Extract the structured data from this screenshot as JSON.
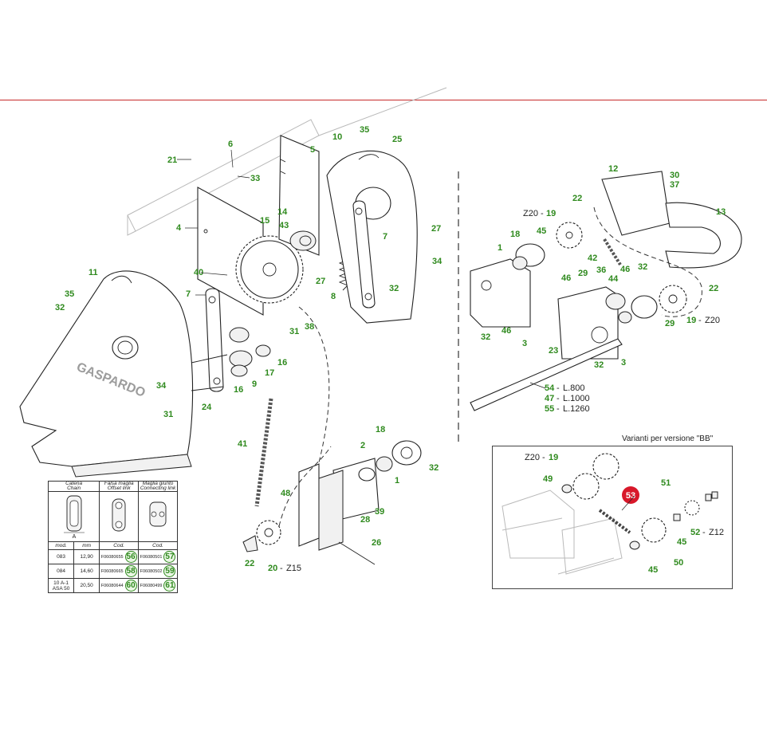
{
  "brand_text": "GASPARDO",
  "colors": {
    "rule": "#c62a2a",
    "callout": "#2f8a1e",
    "highlight": "#d8182a"
  },
  "inset": {
    "title": "Varianti per versione \"BB\""
  },
  "callouts": {
    "c1": "1",
    "c2": "2",
    "c3": "3",
    "c4": "4",
    "c5": "5",
    "c6": "6",
    "c7": "7",
    "c8": "8",
    "c9": "9",
    "c10": "10",
    "c11": "11",
    "c12": "12",
    "c13": "13",
    "c14": "14",
    "c15": "15",
    "c16": "16",
    "c17": "17",
    "c18": "18",
    "c19": "19",
    "c20": "20",
    "c21": "21",
    "c22": "22",
    "c23": "23",
    "c24": "24",
    "c25": "25",
    "c26": "26",
    "c27": "27",
    "c28": "28",
    "c29": "29",
    "c30": "30",
    "c31": "31",
    "c32": "32",
    "c33": "33",
    "c34": "34",
    "c35": "35",
    "c36": "36",
    "c37": "37",
    "c38": "38",
    "c39": "39",
    "c40": "40",
    "c41": "41",
    "c42": "42",
    "c43": "43",
    "c44": "44",
    "c45": "45",
    "c46": "46",
    "c47": "47",
    "c48": "48",
    "c49": "49",
    "c50": "50",
    "c51": "51",
    "c52": "52",
    "c53": "53",
    "c54": "54",
    "c55": "55"
  },
  "sprocket_labels": {
    "z20": "Z20",
    "z15": "Z15",
    "z12": "Z12"
  },
  "shaft_lengths": {
    "l800": "L.800",
    "l1000": "L.1000",
    "l1260": "L.1260"
  },
  "chain_table": {
    "headers": {
      "chain_it": "Catena",
      "chain_en": "Chain",
      "offset_it": "Falsa maglia",
      "offset_en": "Offset link",
      "connect_it": "Maglia giunto",
      "connect_en": "Connecting link",
      "dim_a": "A"
    },
    "subheaders": {
      "mod": "mod.",
      "mm": "mm",
      "cod1": "Cod.",
      "cod2": "Cod."
    },
    "rows": [
      {
        "mod": "083",
        "mm": "12,90",
        "offset_code": "F06080655",
        "offset_ref": "56",
        "connect_code": "F06080501",
        "connect_ref": "57"
      },
      {
        "mod": "084",
        "mm": "14,60",
        "offset_code": "F06080665",
        "offset_ref": "58",
        "connect_code": "F06080502",
        "connect_ref": "59"
      },
      {
        "mod": "10 A-1 ASA 50",
        "mm": "20,50",
        "offset_code": "F06080644",
        "offset_ref": "60",
        "connect_code": "F06080499",
        "connect_ref": "61"
      }
    ]
  }
}
